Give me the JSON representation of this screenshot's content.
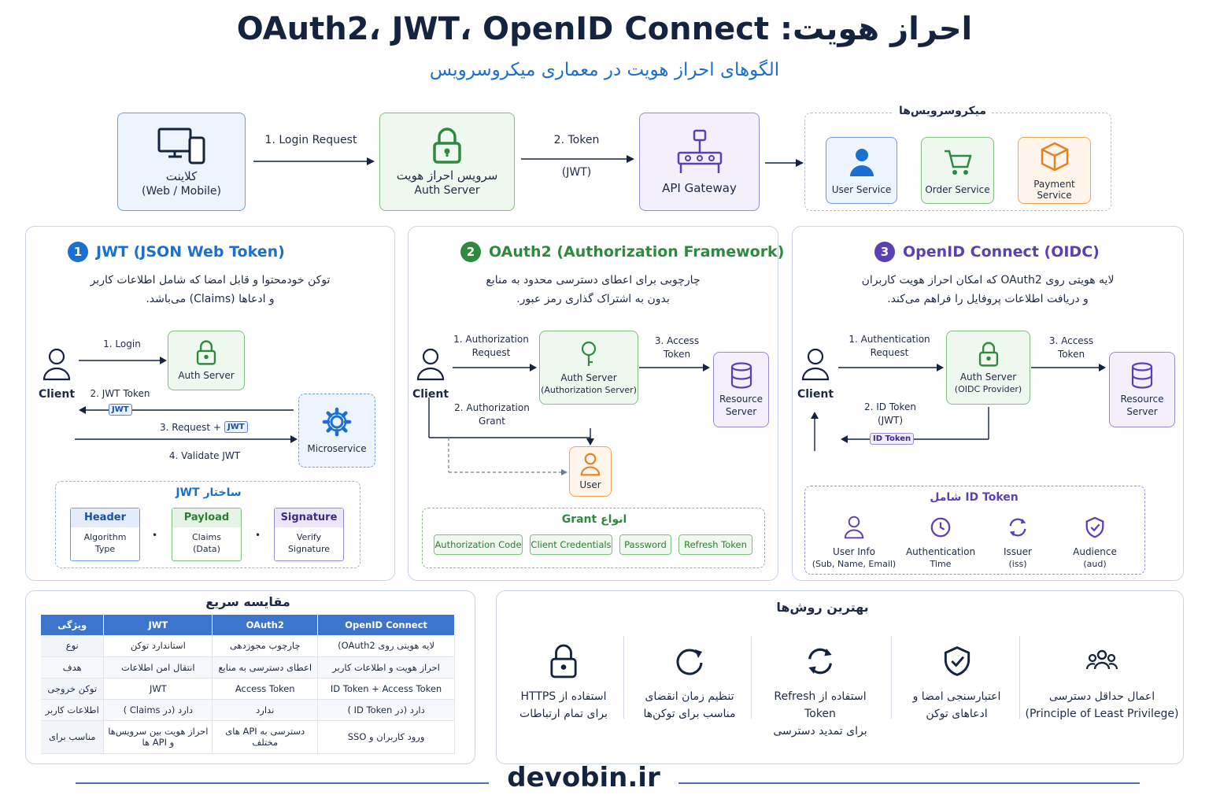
{
  "header": {
    "title": "احراز هویت: OAuth2، JWT، OpenID Connect",
    "subtitle": "الگوهای احراز هویت در معماری میکروسرویس"
  },
  "flow": {
    "client_label": "کلاینت",
    "client_sub": "(Web / Mobile)",
    "arrow1": "1. Login Request",
    "auth_label": "سرویس احراز هویت",
    "auth_sub": "Auth Server",
    "arrow2a": "2. Token",
    "arrow2b": "(JWT)",
    "gateway": "API Gateway",
    "services_title": "میکروسرویس‌ها",
    "services": [
      "User Service",
      "Order Service",
      "Payment Service"
    ]
  },
  "jwt": {
    "num": "1",
    "title": "JWT (JSON Web Token)",
    "desc1": "توکن خودمحتوا و قابل امضا که شامل اطلاعات کاربر",
    "desc2": "و ادعاها (Claims) می‌باشد.",
    "client": "Client",
    "auth_server": "Auth Server",
    "microservice": "Microservice",
    "step1": "1. Login",
    "step2": "2. JWT Token",
    "step3": "3. Request +",
    "step4": "4. Validate JWT",
    "pill": "JWT",
    "struct_title": "ساختار JWT",
    "parts": [
      {
        "name": "Header",
        "l1": "Algorithm",
        "l2": "Type"
      },
      {
        "name": "Payload",
        "l1": "Claims",
        "l2": "(Data)"
      },
      {
        "name": "Signature",
        "l1": "Verify",
        "l2": "Signature"
      }
    ],
    "dot": "•"
  },
  "oauth": {
    "num": "2",
    "title": "OAuth2 (Authorization Framework)",
    "desc1": "چارچوبی برای اعطای دسترسی محدود به منابع",
    "desc2": "بدون به اشتراک گذاری رمز عبور.",
    "client": "Client",
    "step1a": "1. Authorization",
    "step1b": "Request",
    "auth1": "Auth Server",
    "auth2": "(Authorization Server)",
    "step3a": "3. Access",
    "step3b": "Token",
    "res1": "Resource",
    "res2": "Server",
    "step2a": "2. Authorization",
    "step2b": "Grant",
    "user": "User",
    "grants_title": "انواع Grant",
    "grants": [
      "Authorization Code",
      "Client Credentials",
      "Password",
      "Refresh Token"
    ]
  },
  "oidc": {
    "num": "3",
    "title": "OpenID Connect (OIDC)",
    "desc1": "لایه هویتی روی OAuth2 که امکان احراز هویت کاربران",
    "desc2": "و دریافت اطلاعات پروفایل را فراهم می‌کند.",
    "client": "Client",
    "step1a": "1. Authentication",
    "step1b": "Request",
    "auth1": "Auth Server",
    "auth2": "(OIDC Provider)",
    "step3a": "3. Access",
    "step3b": "Token",
    "res1": "Resource",
    "res2": "Server",
    "step2a": "2. ID Token",
    "step2b": "(JWT)",
    "pill": "ID Token",
    "idt_title": "ID Token شامل",
    "items": [
      {
        "l1": "User Info",
        "l2": "(Sub, Name, Email)"
      },
      {
        "l1": "Authentication",
        "l2": "Time"
      },
      {
        "l1": "Issuer",
        "l2": "(iss)"
      },
      {
        "l1": "Audience",
        "l2": "(aud)"
      }
    ]
  },
  "compare": {
    "title": "مقایسه سریع",
    "headers": [
      "ویژگی",
      "JWT",
      "OAuth2",
      "OpenID Connect"
    ],
    "rows": [
      [
        "نوع",
        "استاندارد توکن",
        "چارچوب مجوزدهی",
        "لایه هویتی روی OAuth2)"
      ],
      [
        "هدف",
        "انتقال امن اطلاعات",
        "اعطای دسترسی به منابع",
        "احراز هویت و اطلاعات کاربر"
      ],
      [
        "توکن خروجی",
        "JWT",
        "Access Token",
        "ID Token + Access Token"
      ],
      [
        "اطلاعات کاربر",
        "دارد (در Claims )",
        "ندارد",
        "دارد (در ID Token )"
      ],
      [
        "مناسب برای",
        "احراز هویت بین سرویس‌ها و API ها",
        "دسترسی به API های مختلف",
        "ورود کاربران و SSO"
      ]
    ]
  },
  "best": {
    "title": "بهترین روش‌ها",
    "items": [
      {
        "l1": "استفاده از HTTPS",
        "l2": "برای تمام ارتباطات",
        "icon": "lock-icon"
      },
      {
        "l1": "تنظیم زمان انقضای",
        "l2": "مناسب برای توکن‌ها",
        "icon": "refresh-icon"
      },
      {
        "l1": "استفاده از Refresh Token",
        "l2": "برای تمدید دسترسی",
        "icon": "sync-icon"
      },
      {
        "l1": "اعتبارسنجی امضا و",
        "l2": "ادعاهای توکن",
        "icon": "shield-check-icon"
      },
      {
        "l1": "اعمال حداقل دسترسی",
        "l2": "(Principle of Least Privilege)",
        "icon": "users-icon"
      }
    ]
  },
  "footer": {
    "site": "devobin.ir"
  },
  "colors": {
    "blue": "#1b6fd1",
    "green": "#2e8b3e",
    "purple": "#5b3fb5",
    "orange": "#e8801f",
    "navy": "#14233f"
  }
}
